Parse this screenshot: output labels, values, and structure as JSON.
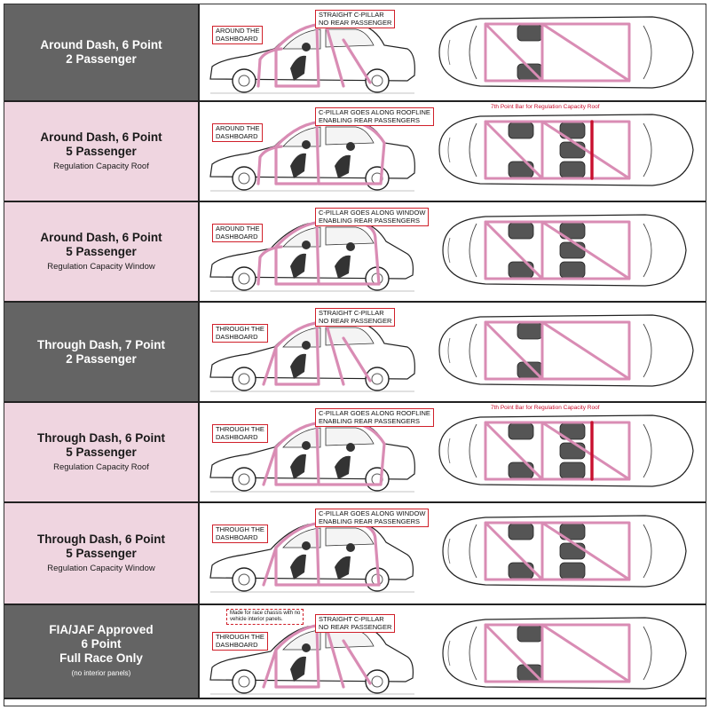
{
  "colors": {
    "dark": "#646464",
    "pink": "#efd5e0",
    "cage": "#d98cb4",
    "callout_border": "#d0202a",
    "extra_bar": "#c8102e"
  },
  "rows": [
    {
      "style": "dark",
      "lines": [
        "Around Dash, 6 Point",
        "2 Passenger"
      ],
      "sub": "",
      "note": "",
      "side_callouts": [
        {
          "text": "AROUND THE\nDASHBOARD",
          "pos": "left"
        },
        {
          "text": "STRAIGHT C-PILLAR\nNO REAR PASSENGER",
          "pos": "right"
        }
      ],
      "top_label": "",
      "seats": 2,
      "car": "sedan"
    },
    {
      "style": "pink",
      "lines": [
        "Around Dash, 6 Point",
        "5 Passenger"
      ],
      "sub": "Regulation Capacity Roof",
      "note": "",
      "side_callouts": [
        {
          "text": "AROUND THE\nDASHBOARD",
          "pos": "left"
        },
        {
          "text": "C-PILLAR GOES ALONG ROOFLINE\nENABLING REAR PASSENGERS",
          "pos": "right"
        }
      ],
      "top_label": "7th Point Bar for Regulation Capacity Roof",
      "seats": 5,
      "car": "sedan"
    },
    {
      "style": "pink",
      "lines": [
        "Around Dash, 6 Point",
        "5 Passenger"
      ],
      "sub": "Regulation Capacity Window",
      "note": "",
      "side_callouts": [
        {
          "text": "AROUND THE\nDASHBOARD",
          "pos": "left"
        },
        {
          "text": "C-PILLAR GOES ALONG WINDOW\nENABLING REAR PASSENGERS",
          "pos": "right"
        }
      ],
      "top_label": "",
      "seats": 5,
      "car": "hatch"
    },
    {
      "style": "dark",
      "lines": [
        "Through Dash, 7 Point",
        "2 Passenger"
      ],
      "sub": "",
      "note": "",
      "side_callouts": [
        {
          "text": "THROUGH THE\nDASHBOARD",
          "pos": "left"
        },
        {
          "text": "STRAIGHT C-PILLAR\nNO REAR PASSENGER",
          "pos": "right"
        }
      ],
      "top_label": "",
      "seats": 2,
      "car": "sedan"
    },
    {
      "style": "pink",
      "lines": [
        "Through Dash, 6 Point",
        "5 Passenger"
      ],
      "sub": "Regulation Capacity Roof",
      "note": "",
      "side_callouts": [
        {
          "text": "THROUGH THE\nDASHBOARD",
          "pos": "left"
        },
        {
          "text": "C-PILLAR GOES ALONG ROOFLINE\nENABLING REAR PASSENGERS",
          "pos": "right"
        }
      ],
      "top_label": "7th Point Bar for Regulation Capacity Roof",
      "seats": 5,
      "car": "sedan"
    },
    {
      "style": "pink",
      "lines": [
        "Through Dash, 6 Point",
        "5 Passenger"
      ],
      "sub": "Regulation Capacity Window",
      "note": "",
      "side_callouts": [
        {
          "text": "THROUGH THE\nDASHBOARD",
          "pos": "left"
        },
        {
          "text": "C-PILLAR GOES ALONG WINDOW\nENABLING REAR PASSENGERS",
          "pos": "right"
        }
      ],
      "top_label": "",
      "seats": 5,
      "car": "hatch"
    },
    {
      "style": "dark",
      "lines": [
        "FIA/JAF Approved",
        "6 Point",
        "Full Race Only"
      ],
      "sub": "",
      "note": "(no interior panels)",
      "side_callouts": [
        {
          "text": "Made for race chassis with no\nvehicle interior panels.",
          "pos": "topleft"
        },
        {
          "text": "THROUGH THE\nDASHBOARD",
          "pos": "left"
        },
        {
          "text": "STRAIGHT C-PILLAR\nNO REAR PASSENGER",
          "pos": "right"
        }
      ],
      "top_label": "",
      "seats": 2,
      "car": "hatch"
    }
  ]
}
